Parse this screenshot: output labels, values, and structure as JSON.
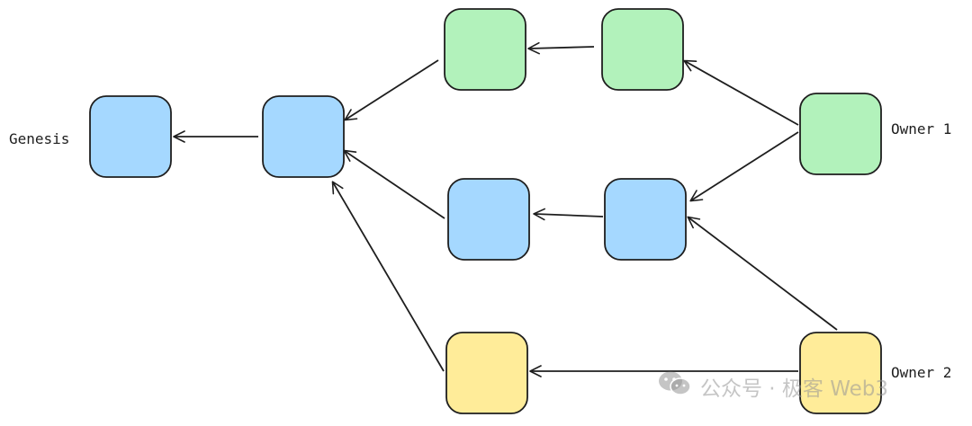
{
  "diagram": {
    "labels": {
      "genesis": "Genesis",
      "owner1": "Owner 1",
      "owner2": "Owner 2"
    },
    "colors": {
      "blue": "#a5d8ff",
      "green": "#b2f2bb",
      "yellow": "#ffec99",
      "stroke": "#1e1e1e"
    },
    "nodes": [
      {
        "id": "genesis-node",
        "color": "blue"
      },
      {
        "id": "root-node",
        "color": "blue"
      },
      {
        "id": "green-node-1",
        "color": "green"
      },
      {
        "id": "green-node-2",
        "color": "green"
      },
      {
        "id": "owner1-node",
        "color": "green"
      },
      {
        "id": "blue-node-3",
        "color": "blue"
      },
      {
        "id": "blue-node-4",
        "color": "blue"
      },
      {
        "id": "yellow-node-1",
        "color": "yellow"
      },
      {
        "id": "owner2-node",
        "color": "yellow"
      }
    ],
    "edges": [
      {
        "from": "root-node",
        "to": "genesis-node"
      },
      {
        "from": "green-node-1",
        "to": "root-node"
      },
      {
        "from": "green-node-2",
        "to": "green-node-1"
      },
      {
        "from": "owner1-node",
        "to": "green-node-2"
      },
      {
        "from": "owner1-node",
        "to": "blue-node-4"
      },
      {
        "from": "blue-node-3",
        "to": "root-node"
      },
      {
        "from": "blue-node-4",
        "to": "blue-node-3"
      },
      {
        "from": "owner2-node",
        "to": "blue-node-4"
      },
      {
        "from": "owner2-node",
        "to": "yellow-node-1"
      },
      {
        "from": "yellow-node-1",
        "to": "root-node"
      }
    ]
  },
  "watermark": {
    "text": "公众号 · 极客 Web3",
    "icon": "wechat-icon"
  }
}
